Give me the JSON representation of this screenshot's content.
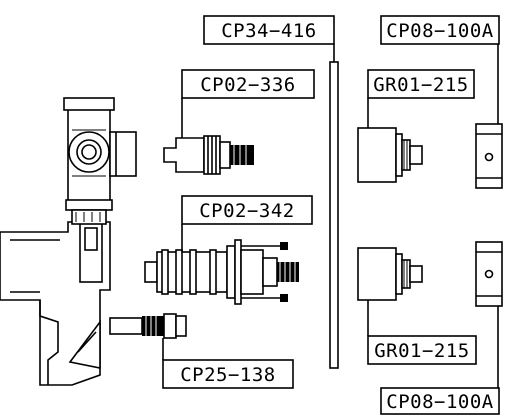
{
  "labels": {
    "cp34_416": "CP34−416",
    "cp08_100a_top": "CP08−100A",
    "cp02_336": "CP02−336",
    "gr01_215_top": "GR01−215",
    "cp02_342": "CP02−342",
    "gr01_215_bottom": "GR01−215",
    "cp25_138": "CP25−138",
    "cp08_100a_bottom": "CP08−100A"
  }
}
